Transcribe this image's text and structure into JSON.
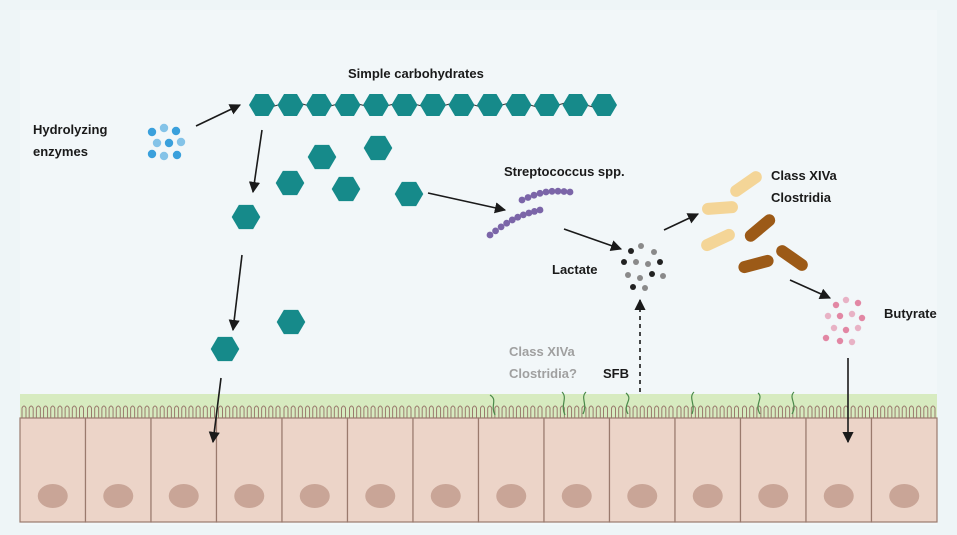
{
  "labels": {
    "simple_carbohydrates": "Simple carbohydrates",
    "hydrolyzing_1": "Hydrolyzing",
    "hydrolyzing_2": "enzymes",
    "streptococcus": "Streptococcus spp.",
    "class_xiva_1": "Class XIVa",
    "class_xiva_2": "Clostridia",
    "lactate": "Lactate",
    "butyrate": "Butyrate",
    "class_xiva_q_1": "Class XIVa",
    "class_xiva_q_2": "Clostridia?",
    "sfb": "SFB"
  },
  "colors": {
    "background": "#eef5f7",
    "hexagon": "#168a8a",
    "enzyme_dots": "#3aa0dc",
    "streptococcus": "#7b65a8",
    "clostridia_light": "#f4d597",
    "clostridia_dark": "#9c5a17",
    "lactate_dots": "#555555",
    "butyrate_dots": "#e07a9a",
    "mucus": "#d7ebc0",
    "cell_fill": "#ecd4c8",
    "cell_border": "#9a7a6d",
    "nucleus": "#c9a597",
    "sfb_filament": "#4a8a4a"
  }
}
